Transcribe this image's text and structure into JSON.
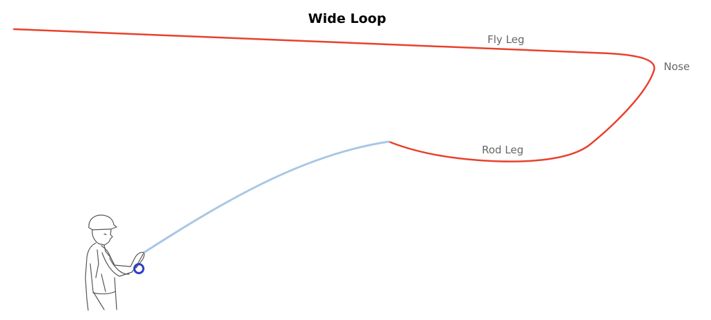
{
  "title": "Wide Loop",
  "labels": {
    "fly_leg": "Fly Leg",
    "nose": "Nose",
    "rod_leg": "Rod Leg"
  },
  "colors": {
    "line": "#e8412c",
    "rod": "#a9c7e4",
    "reel": "#2c3fc4",
    "figure_stroke": "#555555",
    "label": "#666666"
  },
  "icons": {
    "figure": "angler-figure-icon",
    "reel": "reel-icon"
  }
}
